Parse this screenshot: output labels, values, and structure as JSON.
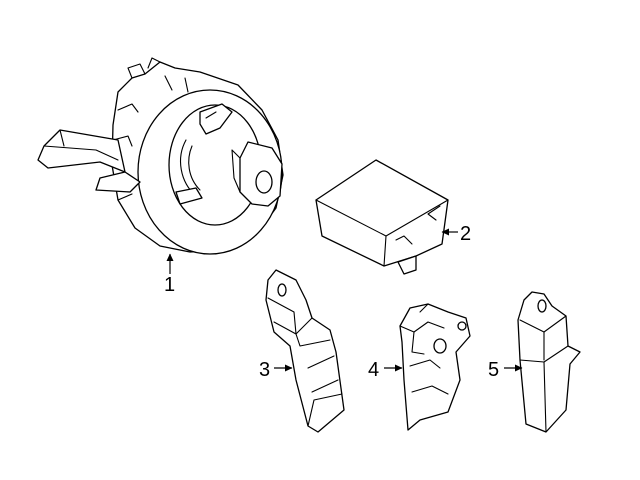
{
  "callouts": {
    "part_1": "1",
    "part_2": "2",
    "part_3": "3",
    "part_4": "4",
    "part_5": "5"
  },
  "colors": {
    "stroke": "#000000",
    "fill": "#ffffff"
  }
}
